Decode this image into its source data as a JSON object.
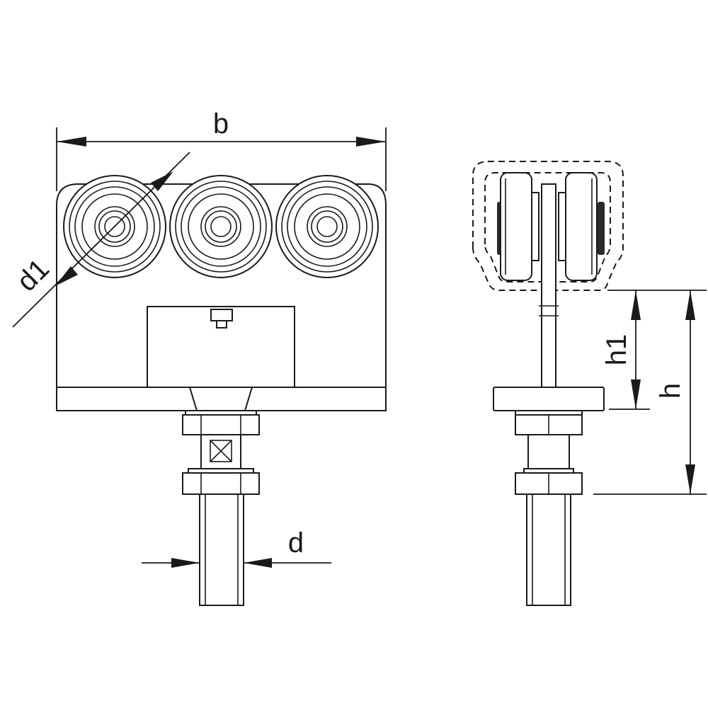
{
  "figure": {
    "front_view": {
      "wheel_count": 3
    },
    "dimension_labels": {
      "width": "b",
      "wheel_diameter": "d1",
      "bolt_diameter": "d",
      "height_to_plate": "h1",
      "total_height": "h"
    }
  }
}
